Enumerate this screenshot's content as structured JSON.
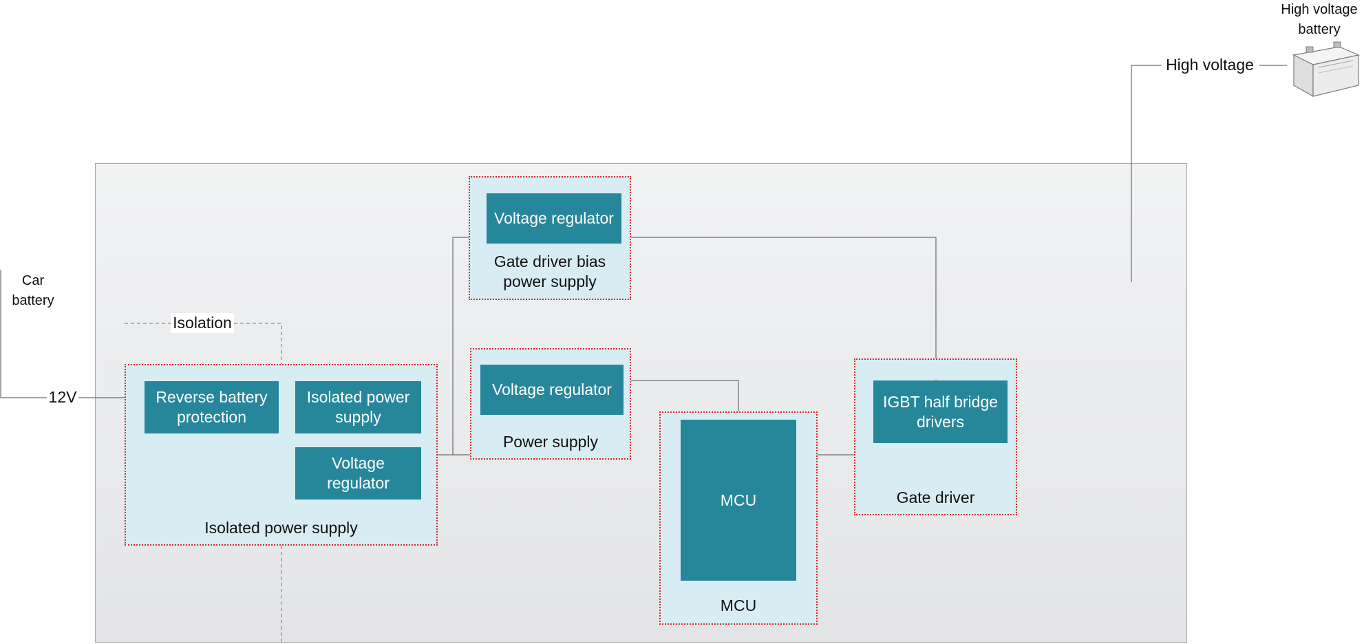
{
  "external": {
    "car_battery_label": "Car\nbattery",
    "hv_battery_label": "High voltage\nbattery",
    "high_voltage_label": "High voltage",
    "v12_label": "12V",
    "isolation_label": "Isolation"
  },
  "groups": {
    "isolated_supply": {
      "label": "Isolated power supply",
      "blocks": {
        "reverse": "Reverse battery\nprotection",
        "isolated": "Isolated power\nsupply",
        "regulator": "Voltage\nregulator"
      }
    },
    "bias_supply": {
      "label": "Gate driver bias\npower supply",
      "block": "Voltage regulator"
    },
    "power_supply": {
      "label": "Power supply",
      "block": "Voltage regulator"
    },
    "mcu": {
      "label": "MCU",
      "block": "MCU"
    },
    "gate_driver": {
      "label": "Gate driver",
      "block": "IGBT half bridge\ndrivers"
    }
  },
  "colors": {
    "block": "#27879a",
    "group_fill": "#d8ecf4",
    "group_border": "#d62a2a",
    "wire": "#707070"
  }
}
